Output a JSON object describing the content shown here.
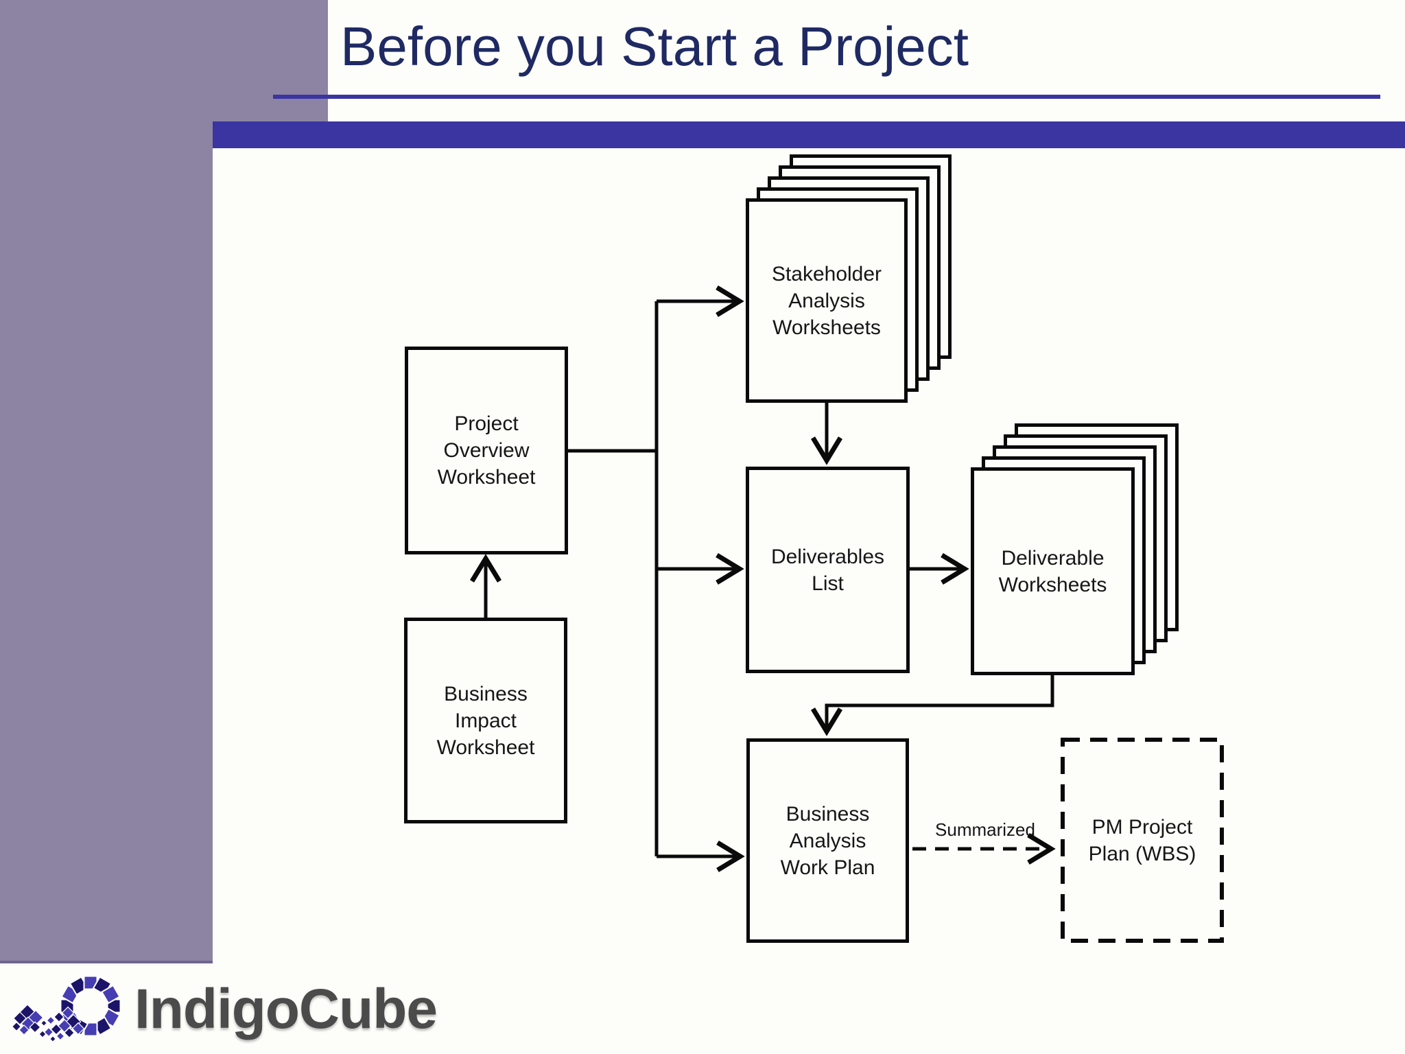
{
  "header": {
    "title": "Before you Start a Project"
  },
  "boxes": {
    "project_overview": {
      "label": "Project\nOverview\nWorksheet"
    },
    "business_impact": {
      "label": "Business\nImpact\nWorksheet"
    },
    "stakeholder": {
      "label": "Stakeholder\nAnalysis\nWorksheets"
    },
    "deliverables_list": {
      "label": "Deliverables\nList"
    },
    "deliverable_worksheets": {
      "label": "Deliverable\nWorksheets"
    },
    "work_plan": {
      "label": "Business\nAnalysis\nWork Plan"
    },
    "pm_plan": {
      "label": "PM Project\nPlan (WBS)"
    }
  },
  "connectors": {
    "summarized_label": "Summarized"
  },
  "logo": {
    "text": "IndigoCube"
  },
  "colors": {
    "sidebar": "#8d84a3",
    "sidebar_edge": "#6f6590",
    "accent": "#3a35a1",
    "title": "#1f2a63",
    "ink": "#0a0a0a",
    "paper": "#fdfdfa",
    "label_ink": "#161616",
    "logo_text": "#4b4b4b",
    "logo_dark": "#1c1468",
    "logo_mid": "#463db3"
  }
}
